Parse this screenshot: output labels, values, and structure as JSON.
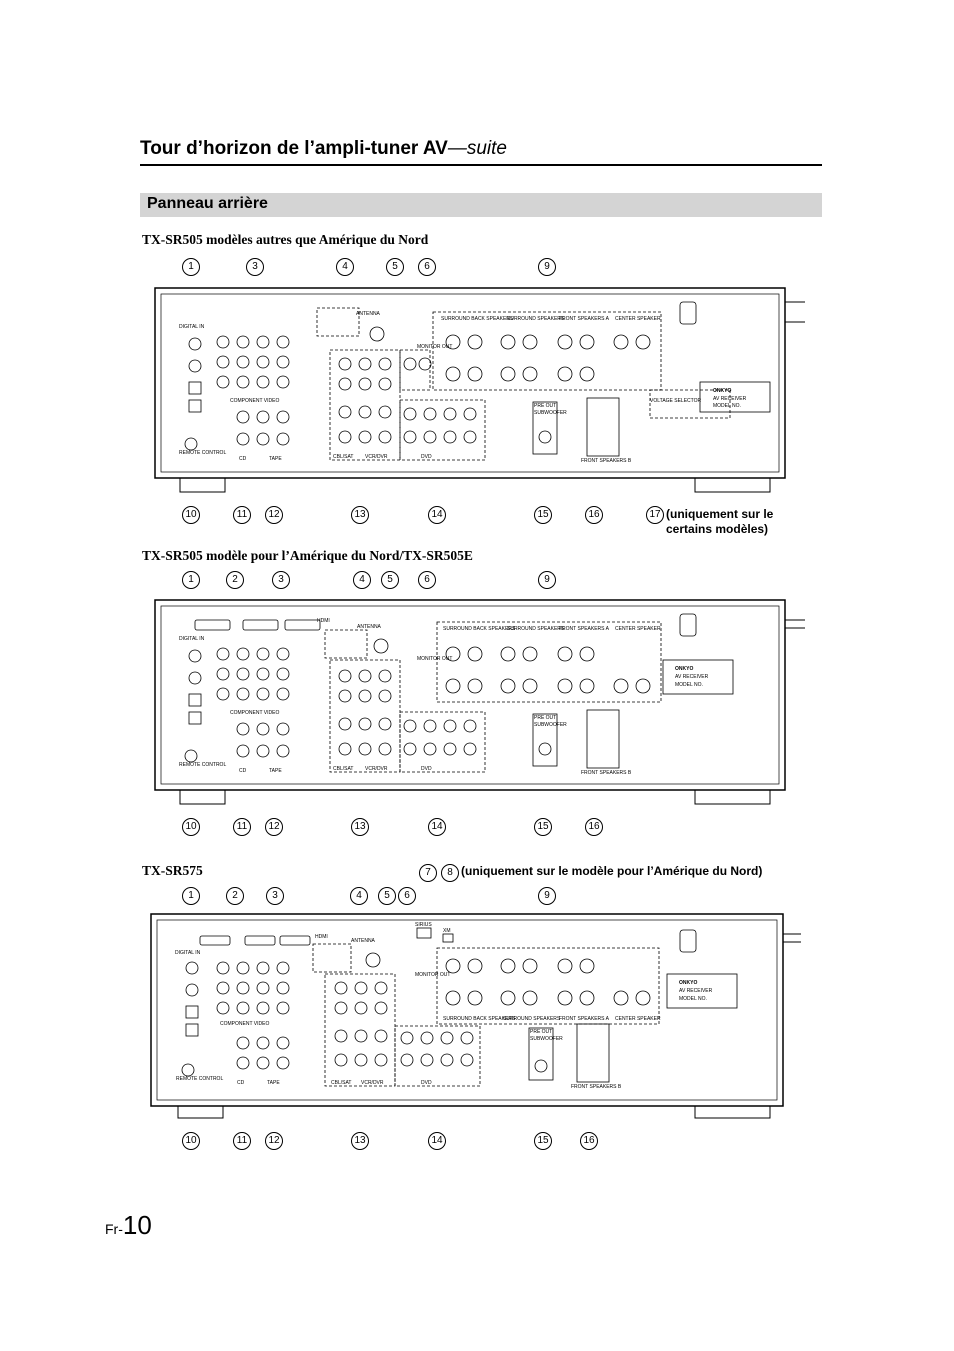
{
  "header": {
    "title": "Tour d’horizon de l’ampli-tuner AV",
    "title_suffix": "—suite"
  },
  "section": {
    "title": "Panneau arrière"
  },
  "diagrams": [
    {
      "heading": "TX-SR505 modèles autres que Amérique du Nord",
      "top_callouts": [
        "1",
        "3",
        "4",
        "5",
        "6",
        "9"
      ],
      "bottom_callouts": [
        "10",
        "11",
        "12",
        "13",
        "14",
        "15",
        "16",
        "17"
      ],
      "note": "(uniquement sur le certains modèles)"
    },
    {
      "heading": "TX-SR505 modèle pour l’Amérique du Nord/TX-SR505E",
      "top_callouts": [
        "1",
        "2",
        "3",
        "4",
        "5",
        "6",
        "9"
      ],
      "bottom_callouts": [
        "10",
        "11",
        "12",
        "13",
        "14",
        "15",
        "16"
      ]
    },
    {
      "heading": "TX-SR575",
      "top_callouts": [
        "1",
        "2",
        "3",
        "4",
        "5",
        "6",
        "7",
        "8",
        "9"
      ],
      "bottom_callouts": [
        "10",
        "11",
        "12",
        "13",
        "14",
        "15",
        "16"
      ],
      "note": "(uniquement sur le modèle pour l’Amérique du Nord)"
    }
  ],
  "panel_labels": {
    "digital_in": "DIGITAL IN",
    "component_video": "COMPONENT VIDEO",
    "antenna": "ANTENNA",
    "remote_control": "REMOTE CONTROL",
    "cd": "CD",
    "tape": "TAPE",
    "cbl_sat": "CBL/SAT",
    "vcr_dvr": "VCR/DVR",
    "dvd": "DVD",
    "monitor_out": "MONITOR OUT",
    "surround_back": "SURROUND BACK SPEAKERS",
    "surround": "SURROUND SPEAKERS",
    "front_a": "FRONT SPEAKERS A",
    "center": "CENTER SPEAKER",
    "pre_out": "PRE OUT",
    "subwoofer": "SUBWOOFER",
    "front_b": "FRONT SPEAKERS B",
    "voltage_selector": "VOLTAGE SELECTOR",
    "hdmi": "HDMI",
    "sirius": "SIRIUS",
    "xm": "XM",
    "brand": "ONKYO",
    "av_receiver": "AV RECEIVER",
    "model_no": "MODEL NO."
  },
  "footer": {
    "prefix": "Fr-",
    "page": "10"
  }
}
